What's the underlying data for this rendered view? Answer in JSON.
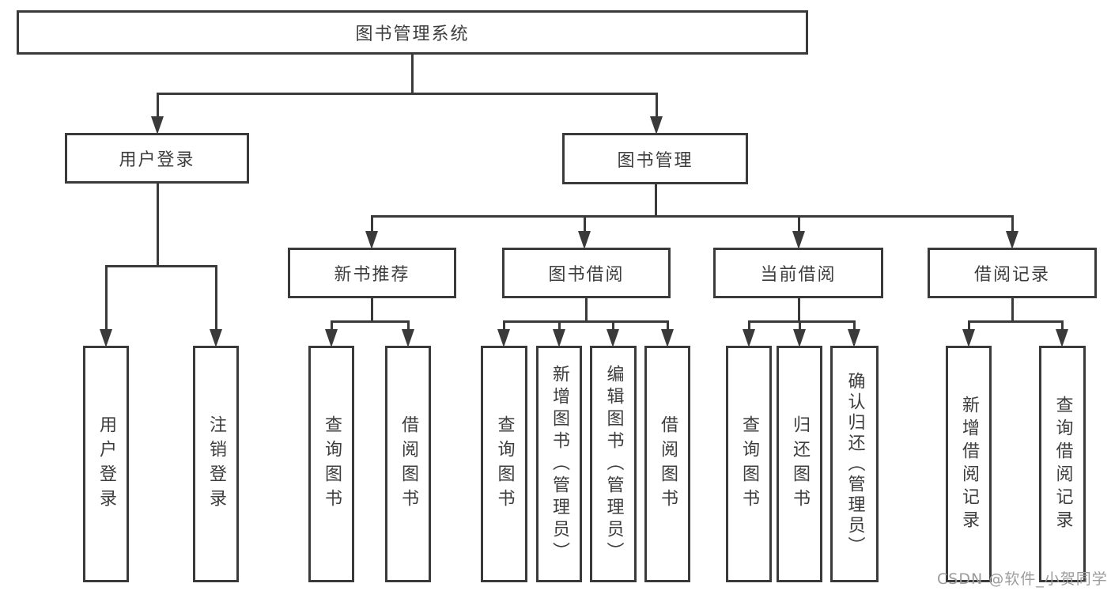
{
  "diagram": {
    "title": "图书管理系统",
    "nodes": {
      "root": "图书管理系统",
      "user_login": "用户登录",
      "book_mgmt": "图书管理",
      "new_book": "新书推荐",
      "book_borrow": "图书借阅",
      "current_borrow": "当前借阅",
      "borrow_record": "借阅记录",
      "leaves": {
        "user_login": [
          "用户登录",
          "注销登录"
        ],
        "new_book": [
          "查询图书",
          "借阅图书"
        ],
        "book_borrow": [
          "查询图书",
          "新增图书（管理员）",
          "编辑图书（管理员）",
          "借阅图书"
        ],
        "current_borrow": [
          "查询图书",
          "归还图书",
          "确认归还（管理员）"
        ],
        "borrow_record": [
          "新增借阅记录",
          "查询借阅记录"
        ]
      }
    }
  },
  "watermark": "CSDN @软件_小贺同学",
  "colors": {
    "line": "#3a3a3a",
    "border": "#3a3a3a",
    "text": "#3d3d3d",
    "watermark": "#9c9c9c",
    "background": "#ffffff"
  }
}
